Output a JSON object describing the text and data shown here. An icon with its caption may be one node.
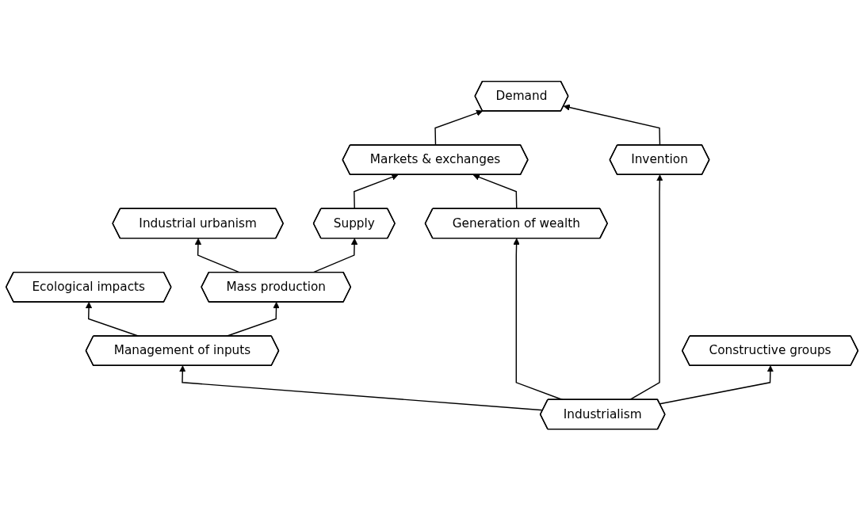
{
  "diagram": {
    "nodes": [
      {
        "text": [
          "Industrial urbanism"
        ]
      },
      {
        "text": [
          "Ecological impacts"
        ]
      },
      {
        "text": [
          "Mass production"
        ]
      },
      {
        "text": [
          "Management of inputs"
        ]
      },
      {
        "text": [
          "Supply"
        ]
      },
      {
        "text": [
          "Generation of wealth"
        ]
      },
      {
        "text": [
          "Markets & exchanges"
        ]
      },
      {
        "text": [
          "Industrialism"
        ]
      },
      {
        "text": [
          "Constructive groups"
        ]
      },
      {
        "text": [
          "Invention"
        ]
      },
      {
        "text": [
          "Demand"
        ]
      }
    ],
    "edges": [
      {
        "from": 7,
        "to": 3,
        "arrow": "to"
      },
      {
        "from": 3,
        "to": 1,
        "arrow": "to"
      },
      {
        "from": 3,
        "to": 2,
        "arrow": "to"
      },
      {
        "from": 2,
        "to": 0,
        "arrow": "to"
      },
      {
        "from": 2,
        "to": 4,
        "arrow": "to"
      },
      {
        "from": 4,
        "to": 6,
        "arrow": "to"
      },
      {
        "from": 7,
        "to": 5,
        "arrow": "to"
      },
      {
        "from": 5,
        "to": 6,
        "arrow": "to"
      },
      {
        "from": 7,
        "to": 9,
        "arrow": "to"
      },
      {
        "from": 7,
        "to": 8,
        "arrow": "to"
      },
      {
        "from": 9,
        "to": 10,
        "arrow": "to"
      },
      {
        "from": 6,
        "to": 10,
        "arrow": "to"
      }
    ]
  }
}
